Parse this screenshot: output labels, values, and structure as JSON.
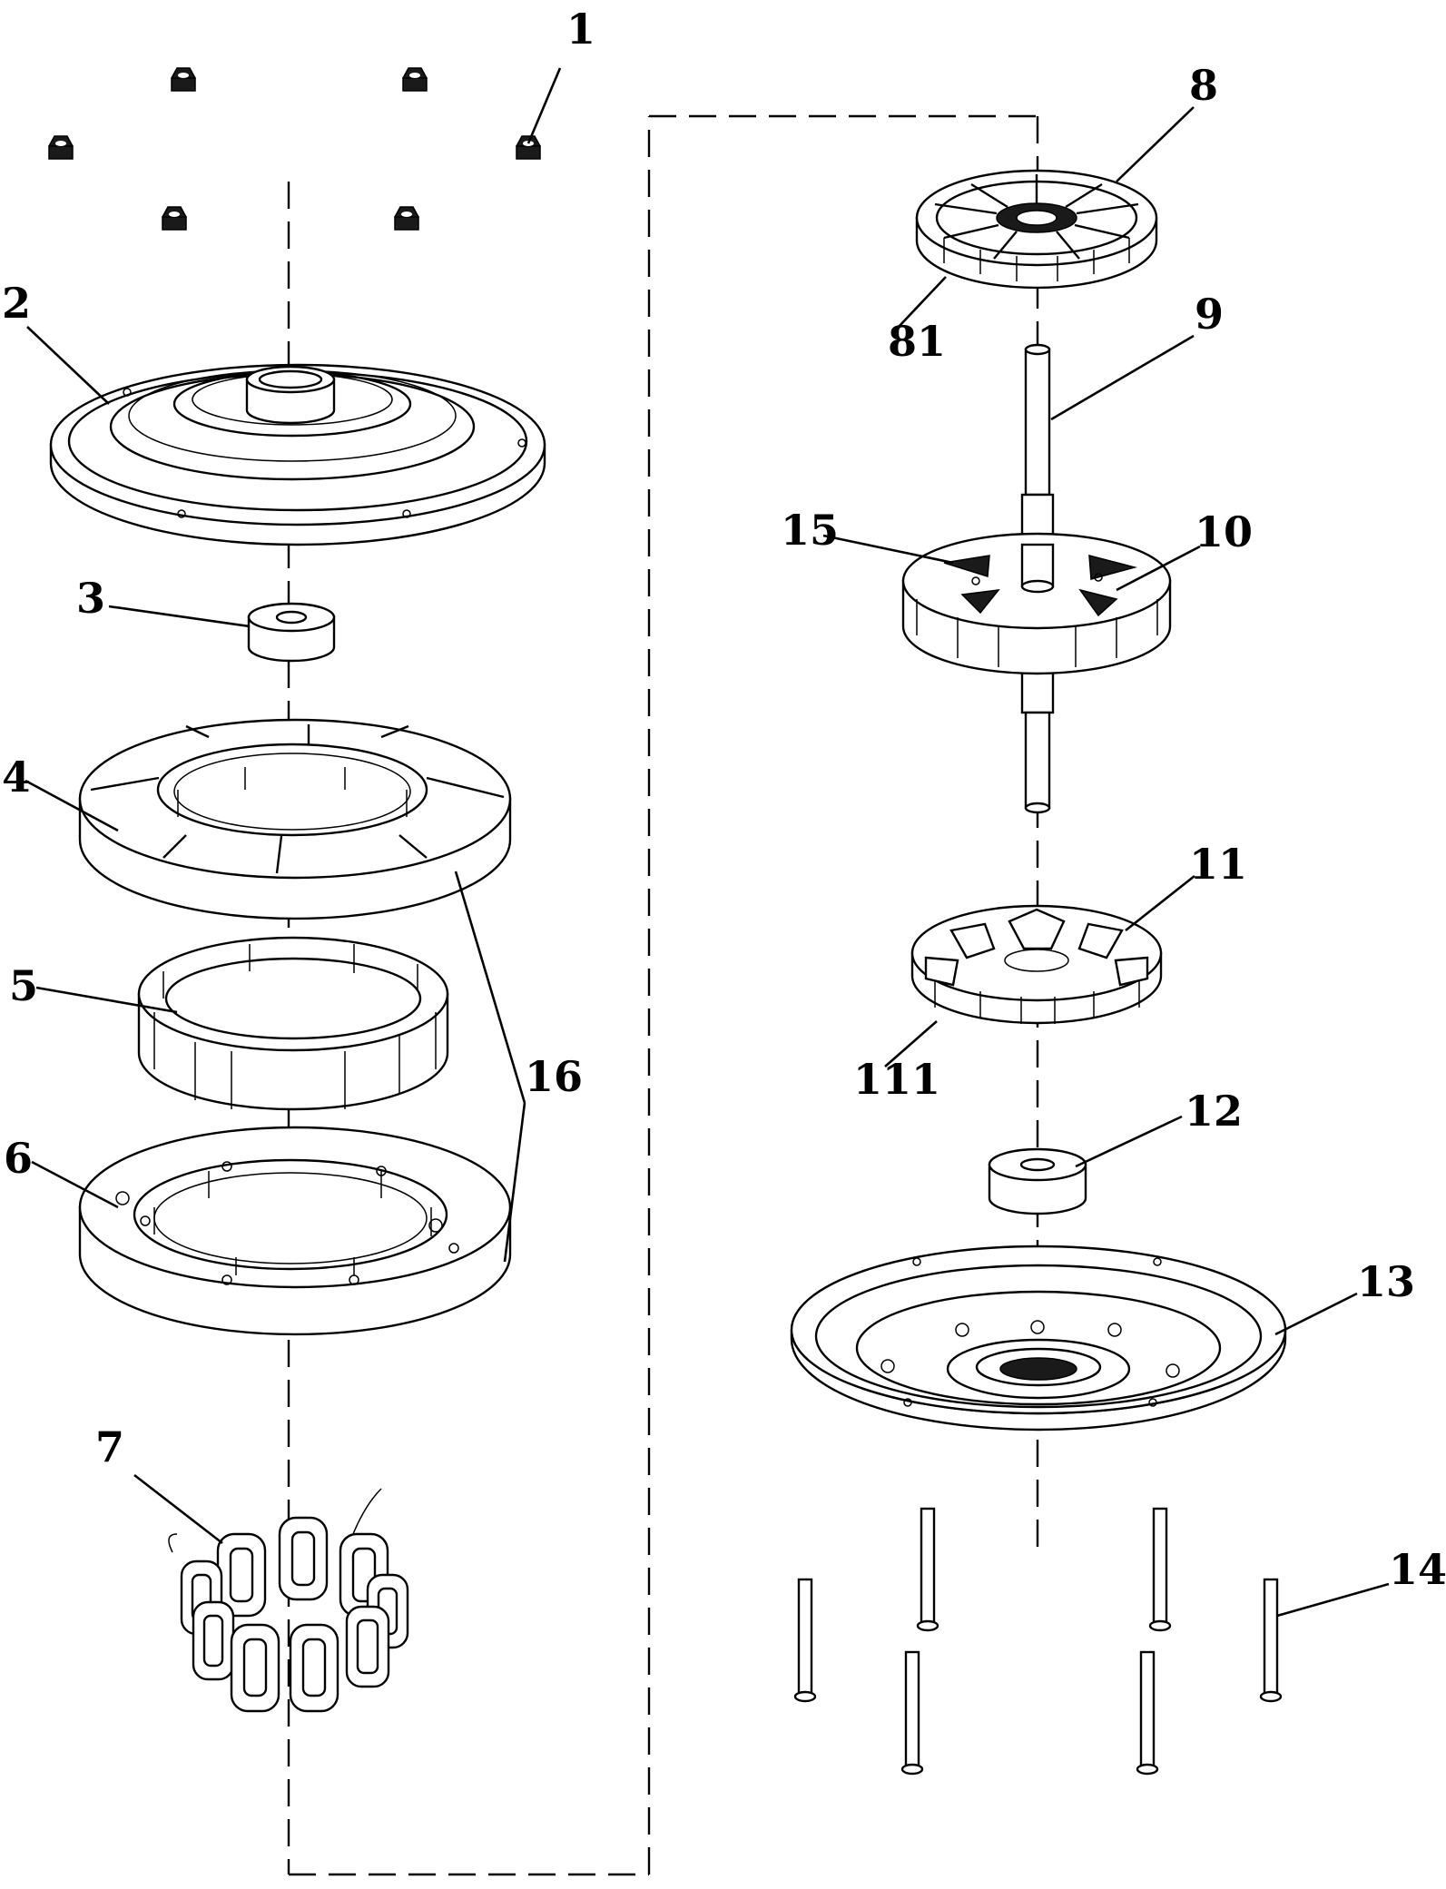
{
  "labels": {
    "p1": "1",
    "p2": "2",
    "p3": "3",
    "p4": "4",
    "p5": "5",
    "p6": "6",
    "p7": "7",
    "p8": "8",
    "p81": "81",
    "p9": "9",
    "p10": "10",
    "p11": "11",
    "p111": "111",
    "p12": "12",
    "p13": "13",
    "p14": "14",
    "p15": "15",
    "p16": "16"
  }
}
